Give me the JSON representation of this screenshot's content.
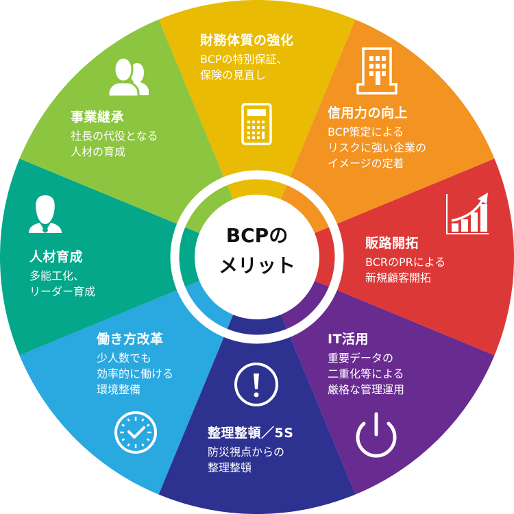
{
  "center": {
    "line1": "BCPの",
    "line2": "メリット"
  },
  "colors": {
    "yellow": "#E9BB04",
    "orange": "#F39322",
    "red": "#DD3838",
    "purple": "#682B8F",
    "navy": "#2D3190",
    "lightblue": "#2AA8E0",
    "teal": "#04A789",
    "green": "#8CC540"
  },
  "segments": [
    {
      "key": "finance",
      "icon": "calculator-icon",
      "title": "財務体質の強化",
      "desc": "BCPの特別保証、\n保険の見直し"
    },
    {
      "key": "credit",
      "icon": "building-icon",
      "title": "信用力の向上",
      "desc": "BCP策定による\nリスクに強い企業の\nイメージの定着"
    },
    {
      "key": "sales",
      "icon": "growth-chart-icon",
      "title": "販路開拓",
      "desc": "BCRのPRによる\n新規顧客開拓"
    },
    {
      "key": "it",
      "icon": "power-icon",
      "title": "IT活用",
      "desc": "重要データの\n二重化等による\n厳格な管理運用"
    },
    {
      "key": "5s",
      "icon": "exclamation-icon",
      "title": "整理整頓／5S",
      "desc": "防災視点からの\n整理整頓"
    },
    {
      "key": "workstyle",
      "icon": "clock-icon",
      "title": "働き方改革",
      "desc": "少人数でも\n効率的に働ける\n環境整備"
    },
    {
      "key": "hr",
      "icon": "businessman-icon",
      "title": "人材育成",
      "desc": "多能工化、\nリーダー育成"
    },
    {
      "key": "succession",
      "icon": "two-people-icon",
      "title": "事業継承",
      "desc": "社長の代役となる\n人材の育成"
    }
  ]
}
